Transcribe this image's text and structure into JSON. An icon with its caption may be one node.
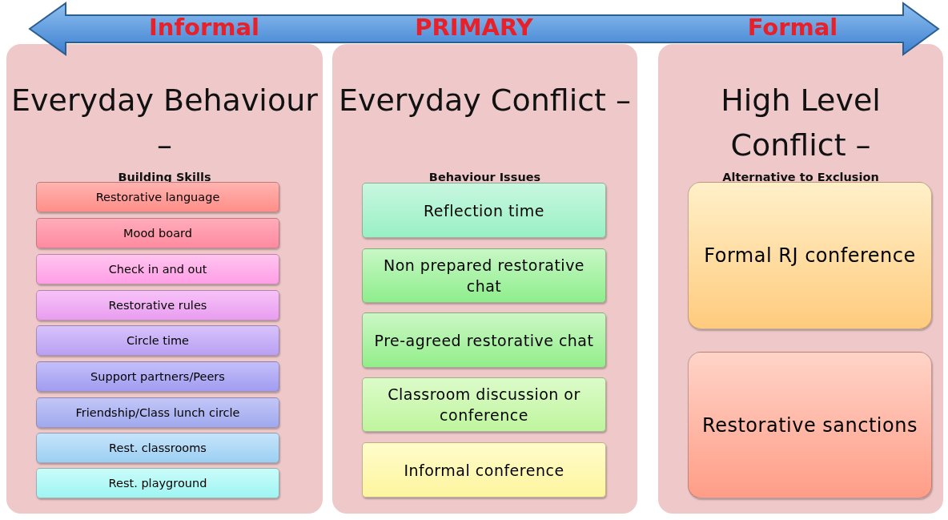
{
  "diagram": {
    "nodes": [
      {
        "text": [
          "Everyday Behaviour –",
          "Building Skills"
        ]
      },
      {
        "text": [
          "Restorative language"
        ],
        "in": 0
      },
      {
        "text": [
          "Mood board"
        ],
        "in": 0
      },
      {
        "text": [
          "Check in and out"
        ],
        "in": 0
      },
      {
        "text": [
          "Restorative rules"
        ],
        "in": 0
      },
      {
        "text": [
          "Circle time"
        ],
        "in": 0
      },
      {
        "text": [
          "Support partners/Peers"
        ],
        "in": 0
      },
      {
        "text": [
          "Friendship/Class lunch circle"
        ],
        "in": 0
      },
      {
        "text": [
          "Rest. classrooms"
        ],
        "in": 0
      },
      {
        "text": [
          "Rest. playground"
        ],
        "in": 0
      },
      {
        "text": [
          "Everyday Conflict –",
          "Behaviour Issues"
        ]
      },
      {
        "text": [
          "Reflection time"
        ],
        "in": 10
      },
      {
        "text": [
          "Non prepared restorative chat"
        ],
        "in": 10
      },
      {
        "text": [
          "Pre-agreed restorative chat"
        ],
        "in": 10
      },
      {
        "text": [
          "Classroom discussion or conference"
        ],
        "in": 10
      },
      {
        "text": [
          "Informal conference"
        ],
        "in": 10
      },
      {
        "text": [
          "High Level Conflict –",
          "Alternative to Exclusion"
        ]
      },
      {
        "text": [
          "Formal RJ conference"
        ],
        "in": 16
      },
      {
        "text": [
          "Restorative sanctions"
        ],
        "in": 16
      }
    ],
    "labels": [
      "Informal",
      "PRIMARY",
      "Formal"
    ]
  }
}
